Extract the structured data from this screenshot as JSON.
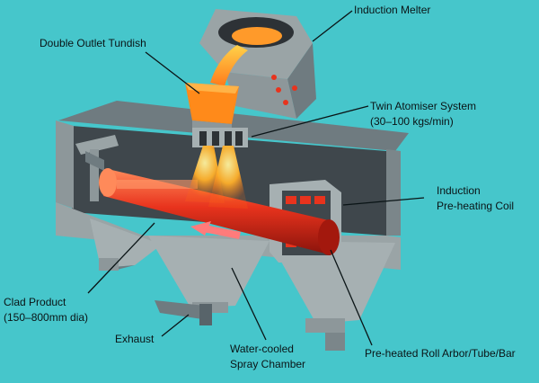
{
  "labels": {
    "induction_melter": "Induction Melter",
    "double_outlet_tundish": "Double Outlet Tundish",
    "twin_atomiser_line1": "Twin Atomiser System",
    "twin_atomiser_line2": "(30–100 kgs/min)",
    "induction_coil_line1": "Induction",
    "induction_coil_line2": "Pre-heating Coil",
    "clad_product_line1": "Clad Product",
    "clad_product_line2": "(150–800mm dia)",
    "exhaust": "Exhaust",
    "spray_chamber_line1": "Water-cooled",
    "spray_chamber_line2": "Spray Chamber",
    "roll_arbor": "Pre-heated Roll Arbor/Tube/Bar"
  },
  "colors": {
    "background": "#46c6cb",
    "chamber_front": "#9aa4a6",
    "chamber_dark": "#58646a",
    "chamber_interior": "#3f474c",
    "molten_metal": "#ff7a1a",
    "hot_roll": "#e8331d",
    "leader_line": "#0a1416"
  }
}
